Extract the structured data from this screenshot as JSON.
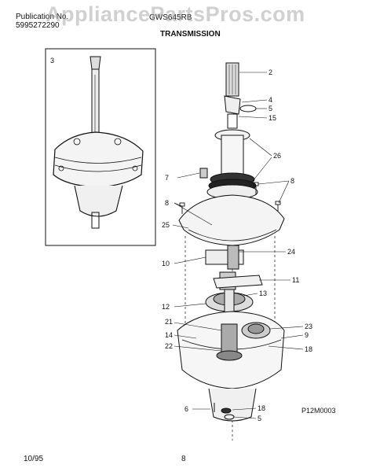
{
  "header": {
    "publication_label": "Publication No.",
    "publication_number": "5995272290",
    "model": "GWS645RB",
    "section_title": "TRANSMISSION",
    "watermark": "AppliancePartsPros.com"
  },
  "diagram": {
    "inset_label": "3",
    "figure_code": "P12M0003",
    "callouts": [
      "2",
      "4",
      "5",
      "15",
      "26",
      "7",
      "8",
      "8",
      "25",
      "24",
      "10",
      "11",
      "13",
      "12",
      "21",
      "14",
      "22",
      "23",
      "9",
      "18",
      "6",
      "18",
      "5"
    ]
  },
  "footer": {
    "date": "10/95",
    "page": "8"
  },
  "colors": {
    "ink": "#111111",
    "watermark": "#969696"
  }
}
